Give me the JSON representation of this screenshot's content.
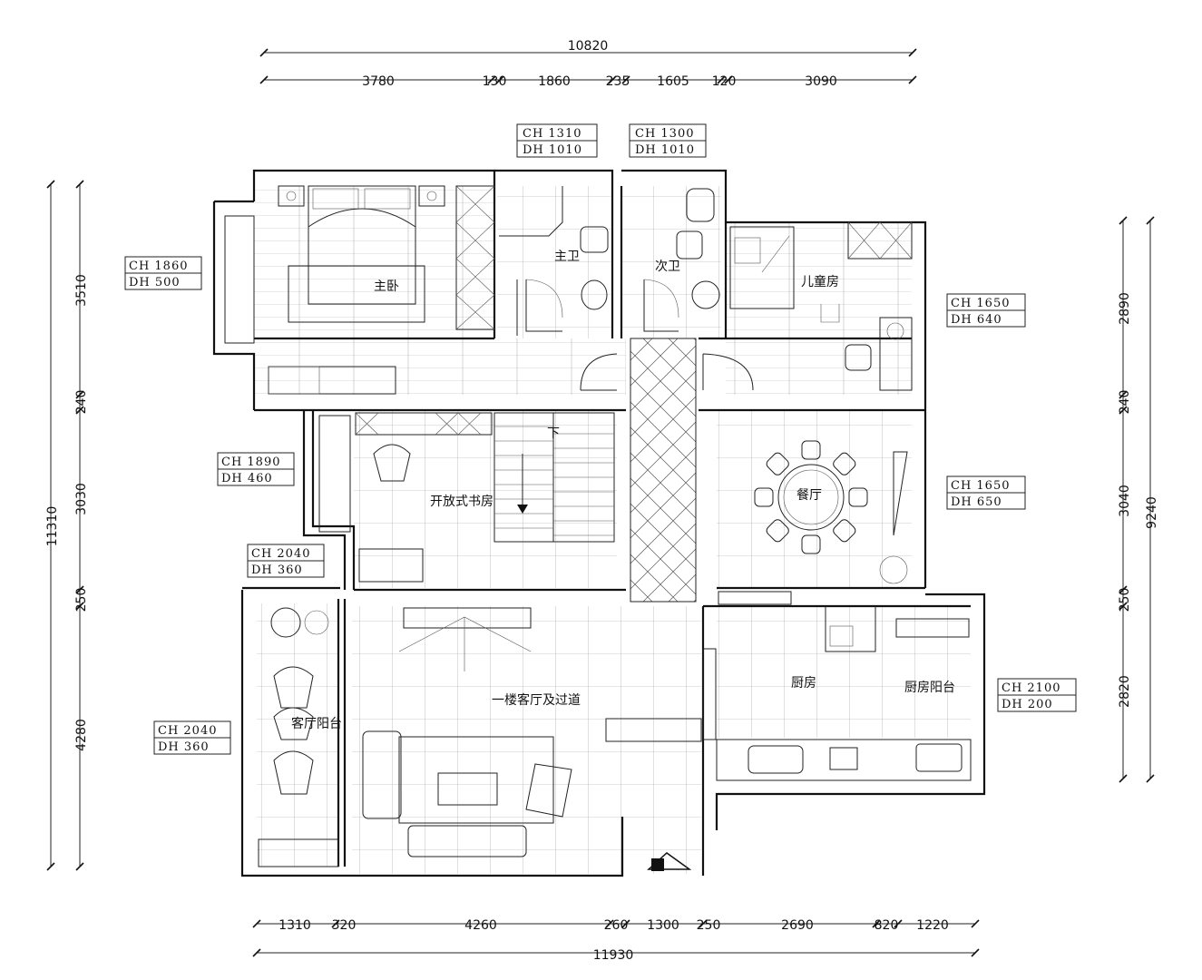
{
  "dimensions": {
    "top_total": "10820",
    "top_segments": [
      "3780",
      "130",
      "1860",
      "235",
      "1605",
      "120",
      "3090"
    ],
    "bottom_total": "11930",
    "bottom_segments": [
      "1310",
      "320",
      "4260",
      "260",
      "1300",
      "250",
      "2690",
      "820",
      "1220"
    ],
    "left_total": "11310",
    "left_segments": [
      "3510",
      "240",
      "3030",
      "250",
      "4280"
    ],
    "right_total": "9240",
    "right_segments": [
      "2890",
      "240",
      "3040",
      "250",
      "2820"
    ]
  },
  "rooms": {
    "master_bedroom": "主卧",
    "master_bath": "主卫",
    "second_bath": "次卫",
    "kids_room": "儿童房",
    "study": "开放式书房",
    "stair_down": "下",
    "dining": "餐厅",
    "living": "一楼客厅及过道",
    "living_balcony": "客厅阳台",
    "kitchen": "厨房",
    "kitchen_balcony": "厨房阳台"
  },
  "height_tags": [
    {
      "ch": "CH 1310",
      "dh": "DH 1010"
    },
    {
      "ch": "CH 1300",
      "dh": "DH 1010"
    },
    {
      "ch": "CH 1860",
      "dh": "DH 500"
    },
    {
      "ch": "CH 1650",
      "dh": "DH 640"
    },
    {
      "ch": "CH 1890",
      "dh": "DH 460"
    },
    {
      "ch": "CH 1650",
      "dh": "DH 650"
    },
    {
      "ch": "CH 2040",
      "dh": "DH 360"
    },
    {
      "ch": "CH 2040",
      "dh": "DH 360"
    },
    {
      "ch": "CH 2100",
      "dh": "DH 200"
    }
  ],
  "colors": {
    "line": "#111111",
    "background": "#ffffff"
  }
}
